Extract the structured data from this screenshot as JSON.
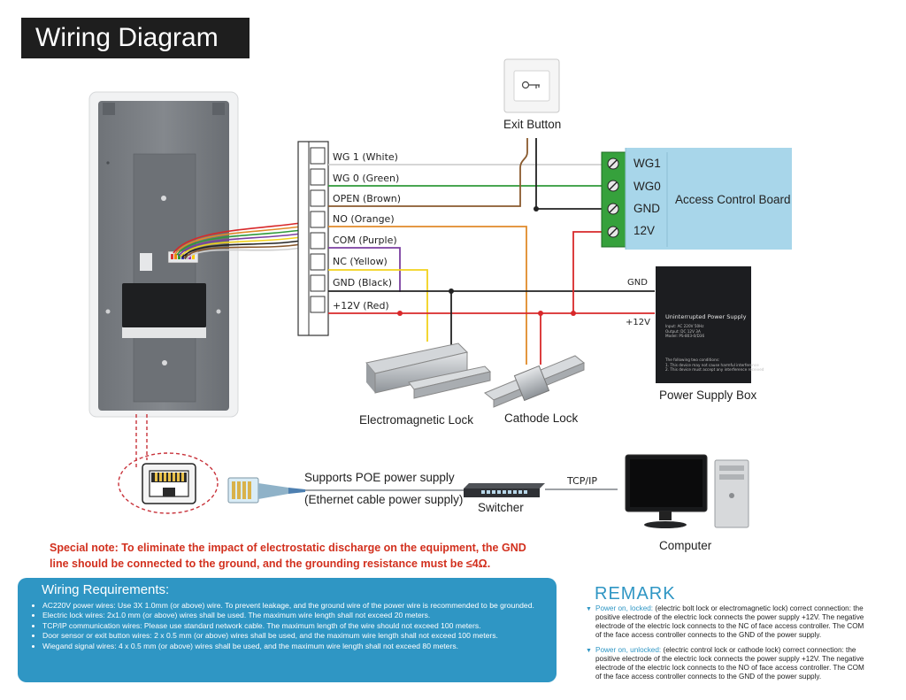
{
  "title": "Wiring Diagram",
  "terminals": [
    {
      "label": "WG 1 (White)",
      "color": "#d8d8d8"
    },
    {
      "label": "WG 0 (Green)",
      "color": "#2f9a3a"
    },
    {
      "label": "OPEN (Brown)",
      "color": "#8a5a2e"
    },
    {
      "label": "NO (Orange)",
      "color": "#e08a2a"
    },
    {
      "label": "COM (Purple)",
      "color": "#7b3fa0"
    },
    {
      "label": "NC (Yellow)",
      "color": "#f2d21c"
    },
    {
      "label": "GND (Black)",
      "color": "#222222"
    },
    {
      "label": "+12V (Red)",
      "color": "#d8282a"
    }
  ],
  "access_board": {
    "label": "Access Control Board",
    "terminals": [
      "WG1",
      "WG0",
      "GND",
      "12V"
    ],
    "bg_color": "#a8d6ea",
    "terminal_color": "#36a13c"
  },
  "exit_button": {
    "caption": "Exit Button"
  },
  "power_supply": {
    "caption": "Power Supply Box",
    "gnd_label": "GND",
    "v12_label": "+12V",
    "box_title": "Uninterrupted Power Supply",
    "box_lines": [
      "Input: AC 220V 50Hz",
      "Output: DC 12V 3A",
      "Model: PS-803-0/D36"
    ],
    "box_notice": "The following two conditions:",
    "box_notice_lines": [
      "1. This device may not cause harmful interference",
      "2. This device must accept any interference received"
    ]
  },
  "locks": {
    "em_lock": "Electromagnetic Lock",
    "cathode_lock": "Cathode Lock"
  },
  "network": {
    "poe_line1": "Supports POE power supply",
    "poe_line2": "(Ethernet cable power supply)",
    "switcher": "Switcher",
    "tcpip": "TCP/IP",
    "computer": "Computer"
  },
  "special_note": "Special note: To eliminate the impact of electrostatic discharge on the equipment, the GND line should be connected to the ground, and the grounding resistance must be ≤4Ω.",
  "requirements": {
    "title": "Wiring Requirements:",
    "items": [
      "AC220V power wires:  Use 3X 1.0mm (or above) wire. To prevent leakage, and the ground wire of the power wire is recommended to be grounded.",
      "Electric lock wires: 2x1.0 mm (or above) wires shall be used. The maximum wire length shall not exceed 20 meters.",
      "TCP/IP communication wires: Please use standard network cable. The maximum length of the wire should not exceed 100 meters.",
      "Door sensor or exit button wires: 2 x 0.5 mm (or above) wires shall be used, and the maximum wire length shall not exceed 100 meters.",
      "Wiegand signal wires: 4 x 0.5 mm (or above) wires shall be used, and the maximum wire length shall not exceed 80 meters."
    ]
  },
  "remark": {
    "title": "REMARK",
    "items": [
      {
        "head": "Power on, locked:",
        "body": " (electric bolt lock or electromagnetic lock) correct connection: the positive electrode of the electric lock connects the power supply +12V. The negative electrode of the electric lock connects to the NC of face access controller. The COM of the face access controller connects to the GND of the power supply."
      },
      {
        "head": "Power on, unlocked:",
        "body": " (electric control lock or cathode lock) correct connection: the positive electrode of the electric lock connects the power supply +12V. The negative electrode of the electric lock connects to the NO of face access controller. The COM of the face access controller connects to the GND of the power supply."
      }
    ]
  },
  "colors": {
    "title_bg": "#1e1e1e",
    "note_red": "#d2301e",
    "req_blue": "#2f96c4",
    "wire_red": "#d8282a"
  }
}
